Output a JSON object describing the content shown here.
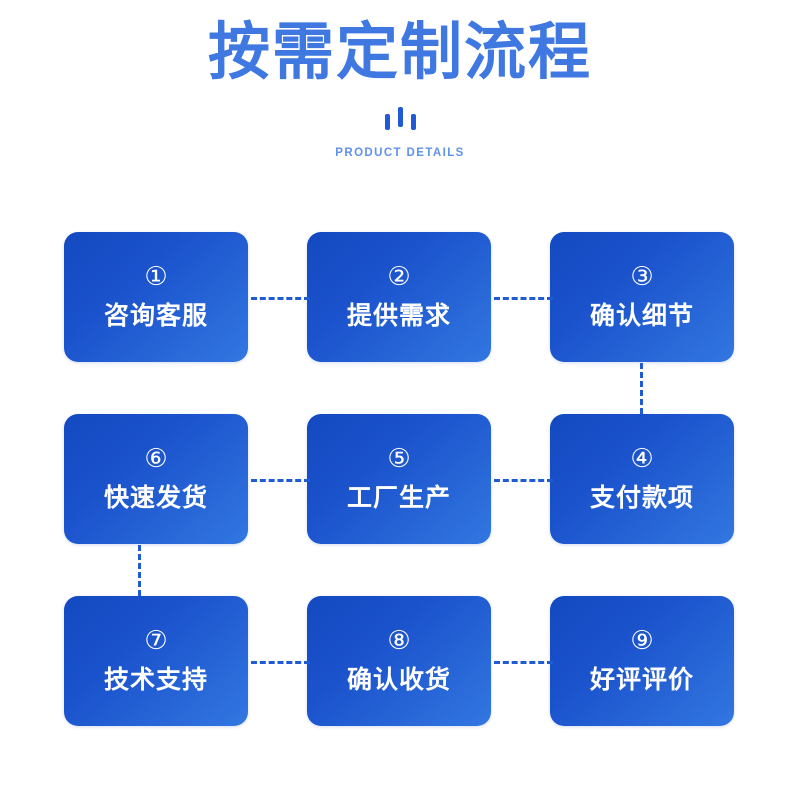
{
  "header": {
    "title": "按需定制流程",
    "subtitle": "PRODUCT DETAILS",
    "divider_icon": "three-bars-divider",
    "title_color": "#3f78e0",
    "subtitle_color": "#5f92ea",
    "divider_color": "#1f5bd5"
  },
  "theme": {
    "card_gradient_start": "#1349c0",
    "card_gradient_end": "#3277e2",
    "connector_color": "#1f5bd5",
    "card_text_color": "#ffffff",
    "background": "#ffffff"
  },
  "flow": {
    "rows": [
      {
        "cards": [
          {
            "number": "①",
            "label": "咨询客服",
            "step": 1
          },
          {
            "number": "②",
            "label": "提供需求",
            "step": 2
          },
          {
            "number": "③",
            "label": "确认细节",
            "step": 3
          }
        ]
      },
      {
        "cards": [
          {
            "number": "⑥",
            "label": "快速发货",
            "step": 6
          },
          {
            "number": "⑤",
            "label": "工厂生产",
            "step": 5
          },
          {
            "number": "④",
            "label": "支付款项",
            "step": 4
          }
        ]
      },
      {
        "cards": [
          {
            "number": "⑦",
            "label": "技术支持",
            "step": 7
          },
          {
            "number": "⑧",
            "label": "确认收货",
            "step": 8
          },
          {
            "number": "⑨",
            "label": "好评评价",
            "step": 9
          }
        ]
      }
    ]
  }
}
